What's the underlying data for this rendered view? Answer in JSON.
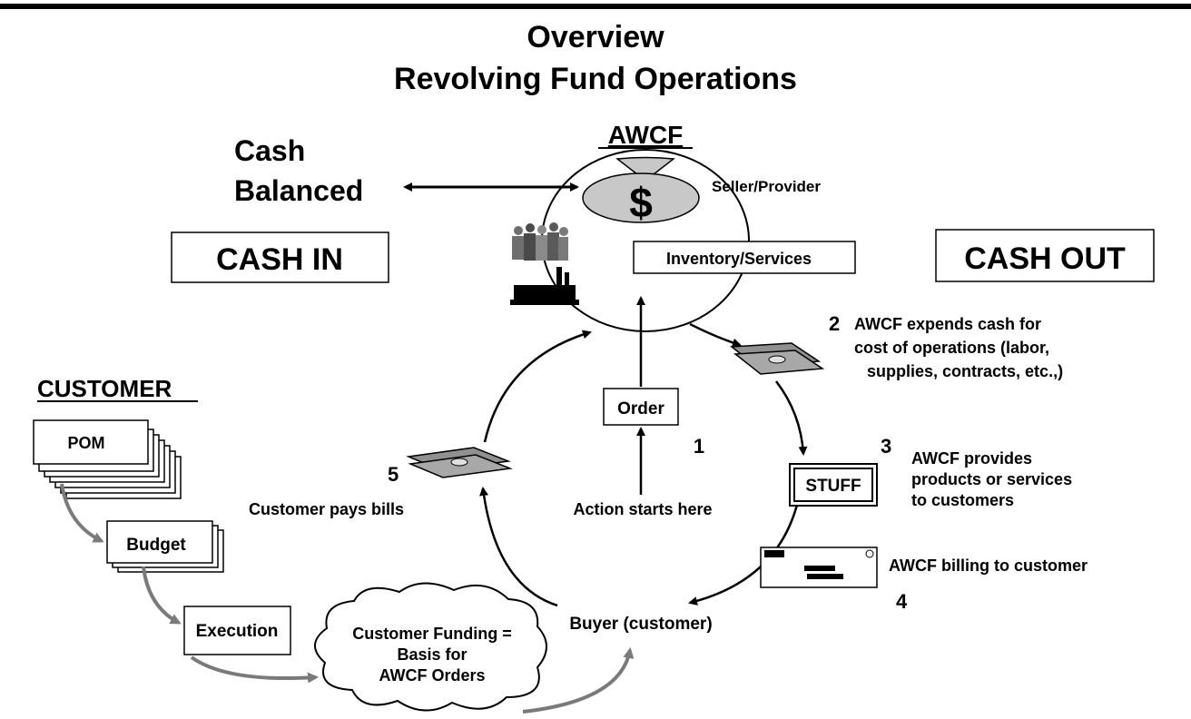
{
  "title": {
    "line1": "Overview",
    "line2": "Revolving Fund Operations"
  },
  "awcf": {
    "heading": "AWCF",
    "dollar_sign": "$",
    "seller_label": "Seller/Provider",
    "inventory_label": "Inventory/Services"
  },
  "cash": {
    "balanced_line1": "Cash",
    "balanced_line2": "Balanced",
    "cash_in": "CASH IN",
    "cash_out": "CASH OUT"
  },
  "customer": {
    "heading": "CUSTOMER",
    "pom": "POM",
    "budget": "Budget",
    "execution": "Execution",
    "funding_line1": "Customer Funding =",
    "funding_line2": "Basis for",
    "funding_line3": "AWCF Orders"
  },
  "flow": {
    "order": "Order",
    "action_starts": "Action starts here",
    "buyer": "Buyer (customer)",
    "stuff": "STUFF"
  },
  "steps": [
    {
      "number": "1"
    },
    {
      "number": "2",
      "text_lines": [
        "AWCF expends cash for",
        "cost of operations  (labor,",
        "supplies, contracts, etc.,)"
      ]
    },
    {
      "number": "3",
      "text_lines": [
        "AWCF provides",
        "products or services",
        "to customers"
      ]
    },
    {
      "number": "4",
      "text_lines": [
        "AWCF billing to customer"
      ]
    },
    {
      "number": "5",
      "text_lines": [
        "Customer pays bills"
      ]
    }
  ],
  "colors": {
    "ink": "#000000",
    "money_bag": "#c8c8c8",
    "cash_bills": "#909090",
    "customer_arrows": "#7a7a7a",
    "people": "#6e6e6e"
  },
  "icons": [
    "money-bag-icon",
    "people-icon",
    "factory-icon",
    "cash-bills-icon",
    "invoice-icon"
  ]
}
